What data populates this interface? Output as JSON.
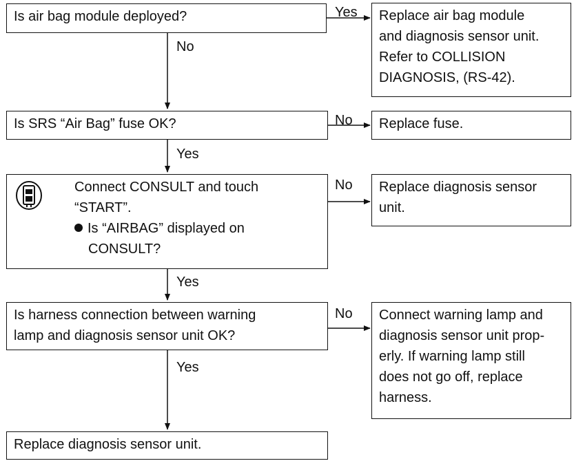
{
  "boxes": {
    "q1": {
      "lines": [
        "Is air bag module deployed?"
      ]
    },
    "a1": {
      "lines": [
        "Replace air bag module",
        "and diagnosis sensor unit.",
        "Refer to COLLISION",
        "DIAGNOSIS, (RS-42)."
      ]
    },
    "q2": {
      "lines": [
        "Is SRS “Air Bag” fuse OK?"
      ]
    },
    "a2": {
      "lines": [
        "Replace fuse."
      ]
    },
    "q3": {
      "lines": [
        "Connect CONSULT and touch",
        "“START”.",
        "Is “AIRBAG” displayed on",
        "CONSULT?"
      ]
    },
    "a3": {
      "lines": [
        "Replace diagnosis sensor",
        "unit."
      ]
    },
    "q4": {
      "lines": [
        "Is harness connection between warning",
        "lamp and diagnosis sensor unit OK?"
      ]
    },
    "a4": {
      "lines": [
        "Connect warning lamp and",
        "diagnosis sensor unit prop-",
        "erly. If warning lamp still",
        "does not go off, replace",
        "harness."
      ]
    },
    "end": {
      "lines": [
        "Replace diagnosis sensor unit."
      ]
    }
  },
  "labels": {
    "q1_yes": "Yes",
    "q1_no": "No",
    "q2_no": "No",
    "q2_yes": "Yes",
    "q3_no": "No",
    "q3_yes": "Yes",
    "q4_no": "No",
    "q4_yes": "Yes"
  },
  "icons": {
    "q3": "consult-tool-icon"
  }
}
